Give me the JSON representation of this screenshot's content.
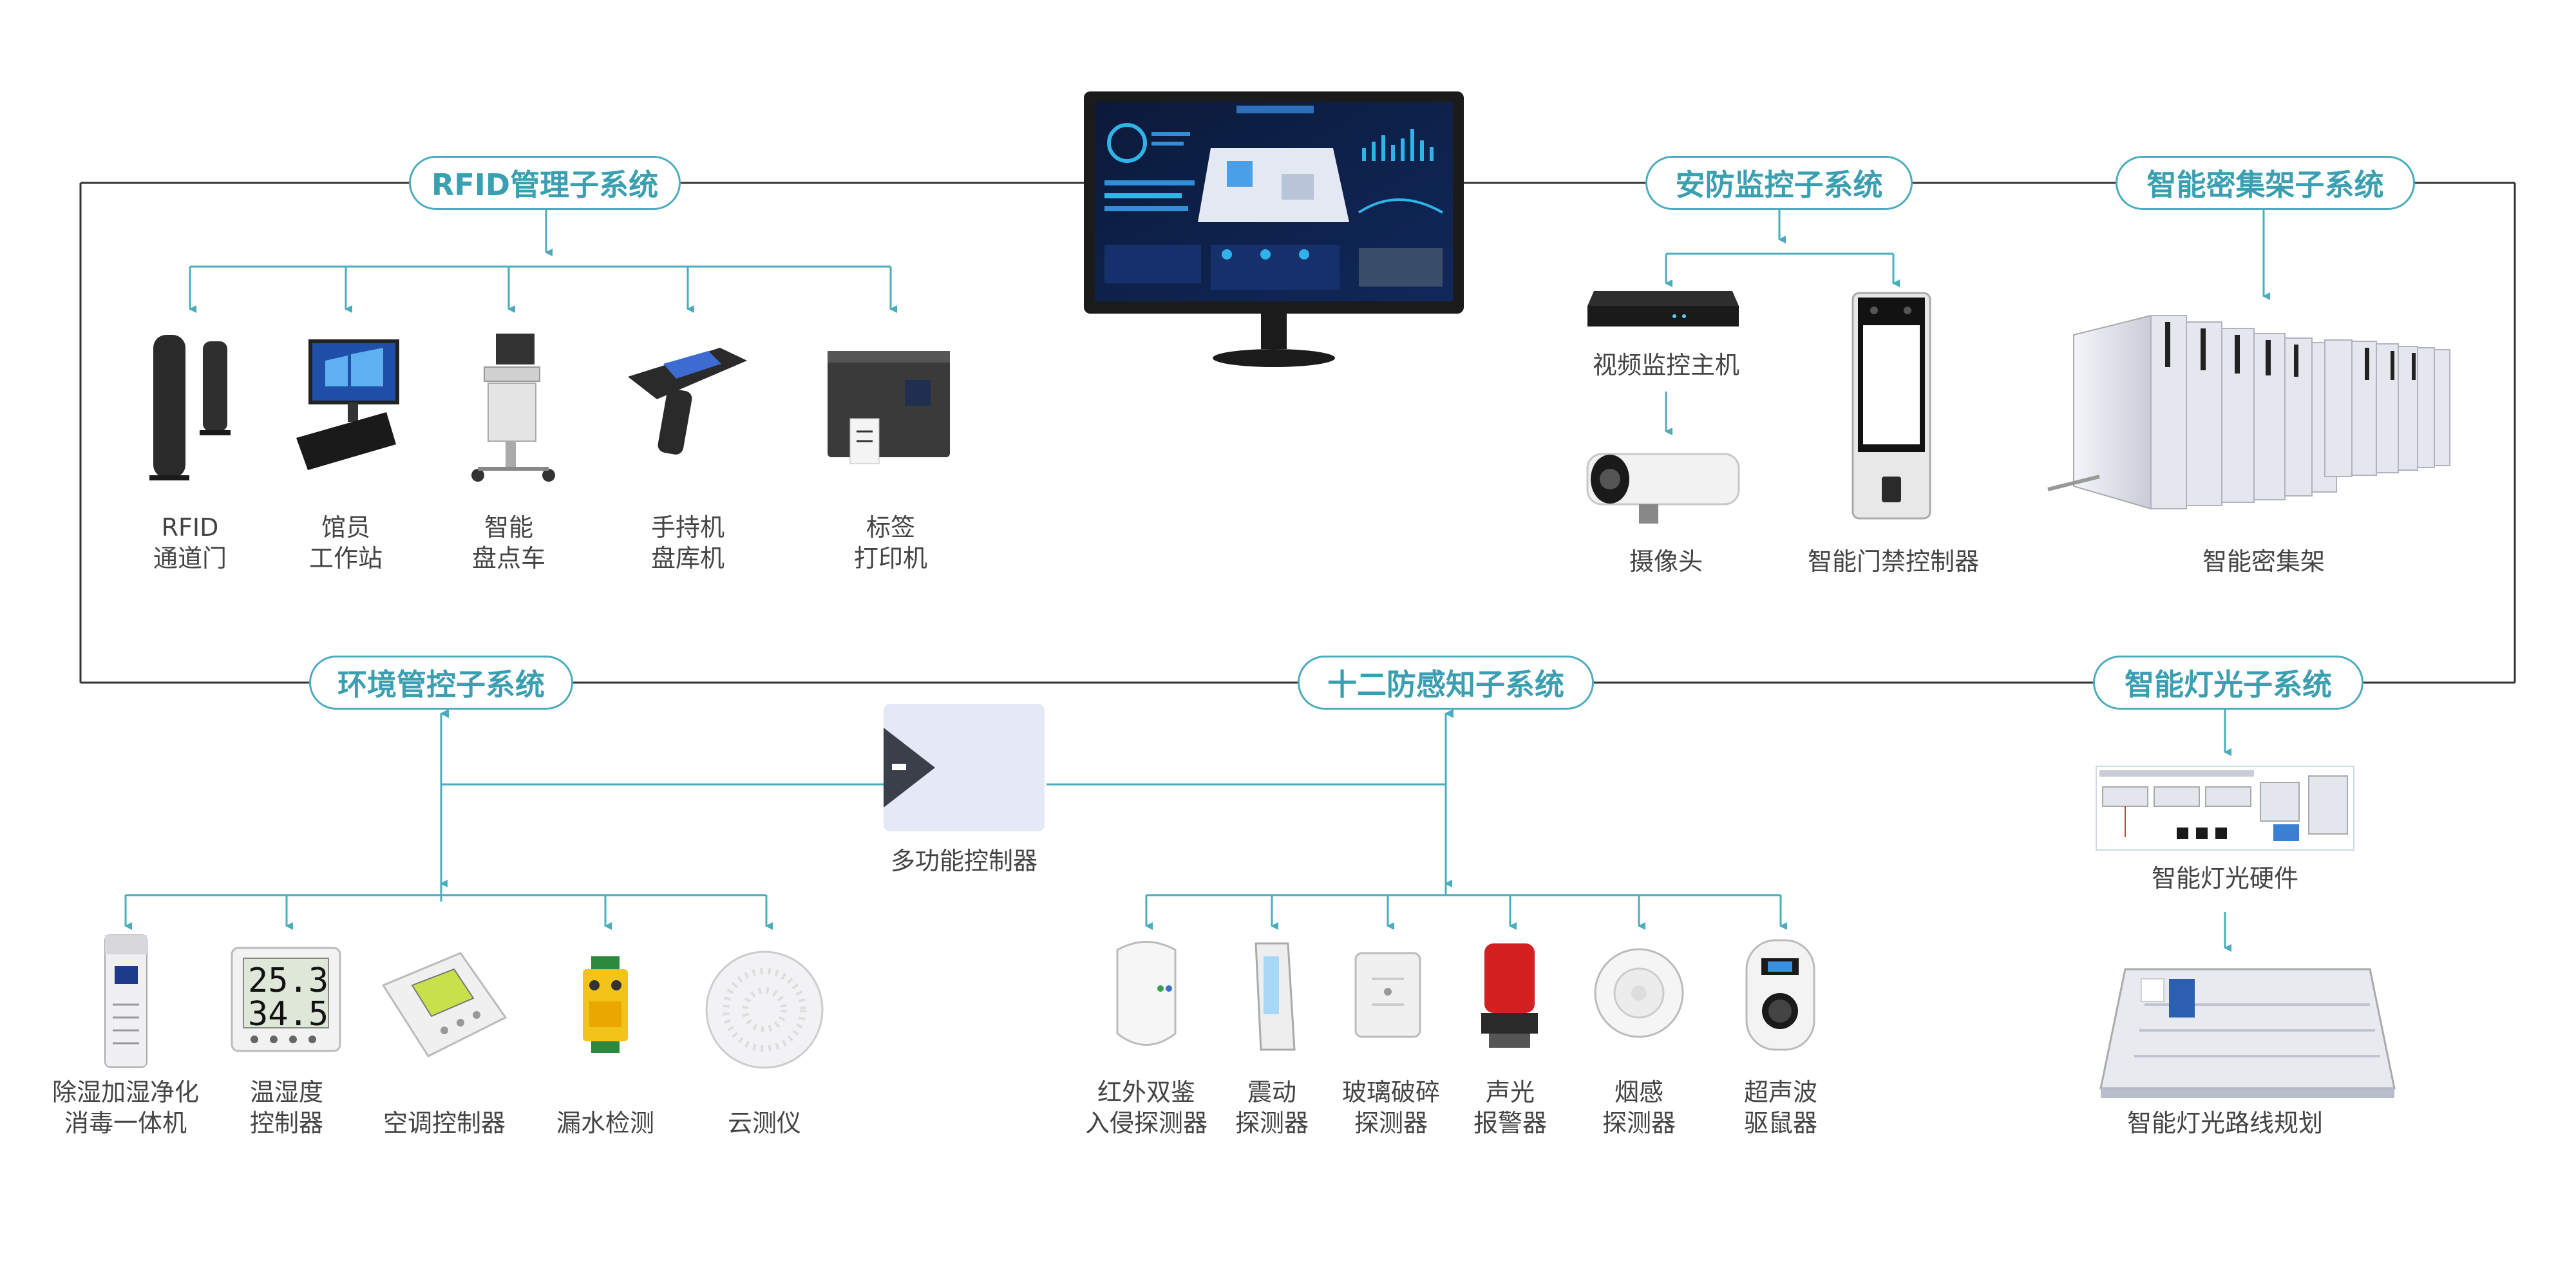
{
  "subsystems": {
    "rfid": "RFID管理子系统",
    "security": "安防监控子系统",
    "shelf": "智能密集架子系统",
    "env": "环境管控子系统",
    "twelve": "十二防感知子系统",
    "light": "智能灯光子系统"
  },
  "rfid_devices": [
    {
      "line1": "RFID",
      "line2": "通道门"
    },
    {
      "line1": "馆员",
      "line2": "工作站"
    },
    {
      "line1": "智能",
      "line2": "盘点车"
    },
    {
      "line1": "手持机",
      "line2": "盘库机"
    },
    {
      "line1": "标签",
      "line2": "打印机"
    }
  ],
  "security_devices": {
    "nvr": "视频监控主机",
    "camera": "摄像头",
    "access": "智能门禁控制器"
  },
  "shelf_device": "智能密集架",
  "controller": "多功能控制器",
  "env_devices": [
    {
      "line1": "除湿加湿净化",
      "line2": "消毒一体机"
    },
    {
      "line1": "温湿度",
      "line2": "控制器"
    },
    {
      "line1": "空调控制器",
      "line2": ""
    },
    {
      "line1": "漏水检测",
      "line2": ""
    },
    {
      "line1": "云测仪",
      "line2": ""
    }
  ],
  "twelve_devices": [
    {
      "line1": "红外双鉴",
      "line2": "入侵探测器"
    },
    {
      "line1": "震动",
      "line2": "探测器"
    },
    {
      "line1": "玻璃破碎",
      "line2": "探测器"
    },
    {
      "line1": "声光",
      "line2": "报警器"
    },
    {
      "line1": "烟感",
      "line2": "探测器"
    },
    {
      "line1": "超声波",
      "line2": "驱鼠器"
    }
  ],
  "light_devices": {
    "hardware": "智能灯光硬件",
    "routing": "智能灯光路线规划"
  },
  "sensor_readout": {
    "temp": "25.3",
    "humidity": "34.5"
  },
  "colors": {
    "line": "#4aacbd",
    "frame": "#333333",
    "text": "#3a9fb1"
  },
  "icons": [
    "monitor-dashboard-icon",
    "rfid-gate-icon",
    "workstation-icon",
    "inventory-cart-icon",
    "handheld-scanner-icon",
    "label-printer-icon",
    "nvr-icon",
    "bullet-camera-icon",
    "access-controller-icon",
    "mobile-shelf-icon",
    "controller-box-icon",
    "purifier-icon",
    "thermo-hygrometer-icon",
    "ac-controller-icon",
    "leak-detector-icon",
    "cloud-sensor-icon",
    "pir-detector-icon",
    "vibration-detector-icon",
    "glass-break-icon",
    "alarm-light-icon",
    "smoke-detector-icon",
    "rodent-repeller-icon",
    "lighting-hardware-icon",
    "floor-plan-icon"
  ]
}
